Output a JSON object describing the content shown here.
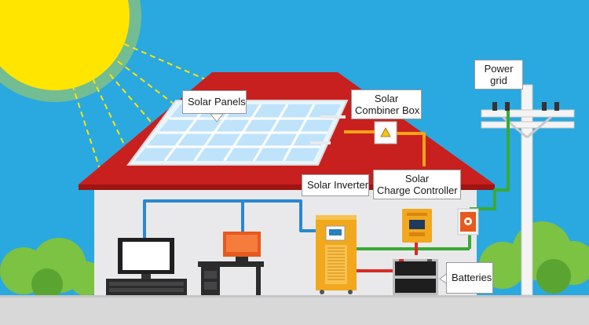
{
  "labels": {
    "solar_panels": "Solar Panels",
    "combiner_box_line1": "Solar",
    "combiner_box_line2": "Combiner Box",
    "inverter": "Solar Inverter",
    "charge_controller_line1": "Solar",
    "charge_controller_line2": "Charge Controller",
    "power_grid_line1": "Power",
    "power_grid_line2": "grid",
    "batteries": "Batteries"
  },
  "colors": {
    "sky": "#2aa8e0",
    "sun": "#ffe500",
    "roof": "#c8201e",
    "wall": "#e9e9eb",
    "panel": "#bfe3fa",
    "wire_orange": "#f7a21a",
    "wire_blue": "#2a88d0",
    "wire_green": "#39a935",
    "wire_red": "#d92b25",
    "inverter": "#f2a81d",
    "ground": "#d8d8d8",
    "grass": "#7cc243"
  },
  "icons": {
    "warning": "warning-triangle-icon"
  }
}
